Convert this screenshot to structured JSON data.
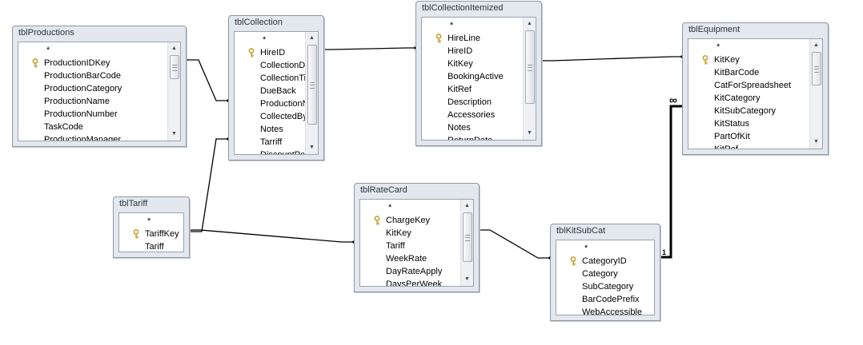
{
  "tables": {
    "tblProductions": {
      "title": "tblProductions",
      "fields": [
        "*",
        "ProductionIDKey",
        "ProductionBarCode",
        "ProductionCategory",
        "ProductionName",
        "ProductionNumber",
        "TaskCode",
        "ProductionManager"
      ],
      "key_fields": [
        "ProductionIDKey"
      ],
      "scrollbar": true
    },
    "tblCollection": {
      "title": "tblCollection",
      "fields": [
        "*",
        "HireID",
        "CollectionDa",
        "CollectionTim",
        "DueBack",
        "ProductionN",
        "CollectedBy",
        "Notes",
        "Tarriff",
        "DiscountPc"
      ],
      "key_fields": [
        "HireID"
      ],
      "scrollbar": true
    },
    "tblCollectionItemized": {
      "title": "tblCollectionItemized",
      "fields": [
        "*",
        "HireLine",
        "HireID",
        "KitKey",
        "BookingActive",
        "KitRef",
        "Description",
        "Accessories",
        "Notes",
        "ReturnDate"
      ],
      "key_fields": [
        "HireLine"
      ],
      "scrollbar": true
    },
    "tblEquipment": {
      "title": "tblEquipment",
      "fields": [
        "*",
        "KitKey",
        "KitBarCode",
        "CatForSpreadsheet",
        "KitCategory",
        "KitSubCategory",
        "KitStatus",
        "PartOfKit",
        "KitRef"
      ],
      "key_fields": [
        "KitKey"
      ],
      "scrollbar": true
    },
    "tblTariff": {
      "title": "tblTariff",
      "fields": [
        "*",
        "TariffKey",
        "Tariff"
      ],
      "key_fields": [
        "TariffKey"
      ],
      "scrollbar": false
    },
    "tblRateCard": {
      "title": "tblRateCard",
      "fields": [
        "*",
        "ChargeKey",
        "KitKey",
        "Tariff",
        "WeekRate",
        "DayRateApply",
        "DaysPerWeek"
      ],
      "key_fields": [
        "ChargeKey"
      ],
      "scrollbar": true
    },
    "tblKitSubCat": {
      "title": "tblKitSubCat",
      "fields": [
        "*",
        "CategoryID",
        "Category",
        "SubCategory",
        "BarCodePrefix",
        "WebAccessible"
      ],
      "key_fields": [
        "CategoryID"
      ],
      "scrollbar": false
    }
  },
  "relationships": [
    {
      "from": "tblProductions",
      "to": "tblCollection"
    },
    {
      "from": "tblCollection",
      "to": "tblCollectionItemized"
    },
    {
      "from": "tblCollectionItemized",
      "to": "tblEquipment"
    },
    {
      "from": "tblTariff",
      "to": "tblCollection"
    },
    {
      "from": "tblTariff",
      "to": "tblRateCard"
    },
    {
      "from": "tblRateCard",
      "to": "tblKitSubCat"
    },
    {
      "from": "tblKitSubCat",
      "to": "tblEquipment",
      "one_label": "1",
      "many_label": "∞"
    }
  ],
  "colors": {
    "background": "#ffffff",
    "table_frame": "#e3e8ef",
    "line": "#000000",
    "key_icon": "#d8b23a"
  },
  "icons": {
    "primary_key": "key-icon"
  }
}
